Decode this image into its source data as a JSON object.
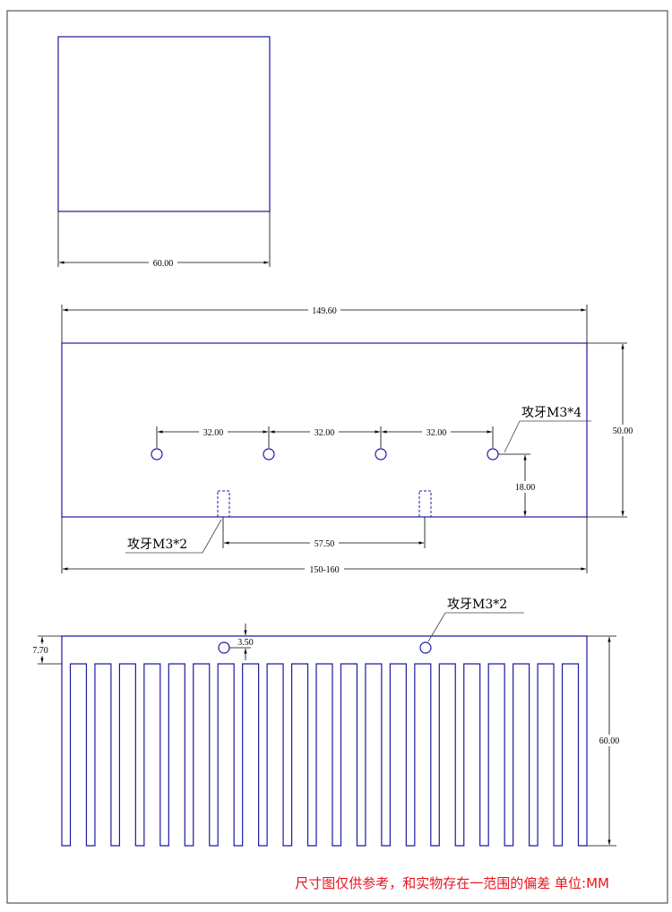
{
  "dimensions": {
    "top_width": "60.00",
    "length": "149.60",
    "hole_spacing_1": "32.00",
    "hole_spacing_2": "32.00",
    "hole_spacing_3": "32.00",
    "height": "50.00",
    "hole_height": "18.00",
    "slot_spacing": "57.50",
    "length_range": "150-160",
    "base_thickness": "7.70",
    "hole_depth": "3.50",
    "fin_height": "60.00"
  },
  "callouts": {
    "tap_m3x4": "攻牙M3*4",
    "tap_m3x2_front": "攻牙M3*2",
    "tap_m3x2_side": "攻牙M3*2"
  },
  "note": "尺寸图仅供参考，和实物存在一范围的偏差 单位:MM",
  "colors": {
    "outline": "#1a1aa0",
    "note": "#e8141c"
  }
}
